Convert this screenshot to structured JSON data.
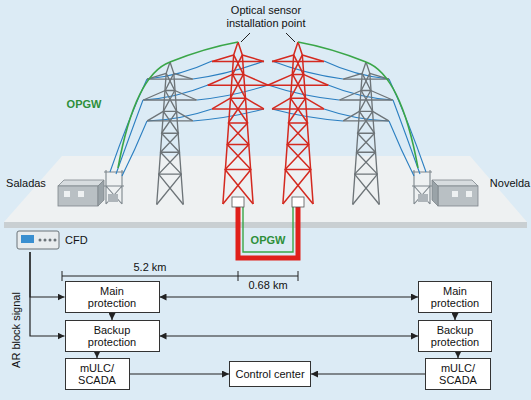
{
  "diagram": {
    "nodes": [
      {
        "text": [
          "CFD"
        ]
      },
      {
        "text": [
          "Main protection"
        ]
      },
      {
        "text": [
          "Main protection"
        ]
      },
      {
        "text": [
          "Backup protection"
        ]
      },
      {
        "text": [
          "Backup protection"
        ]
      },
      {
        "text": [
          "mULC/ SCADA"
        ]
      },
      {
        "text": [
          "Control center"
        ]
      },
      {
        "text": [
          "mULC/ SCADA"
        ]
      }
    ],
    "edges": [
      {
        "from": 1,
        "to": 2,
        "arrow": "both"
      },
      {
        "from": 3,
        "to": 4,
        "arrow": "both"
      },
      {
        "from": 1,
        "to": 3,
        "arrow": "to"
      },
      {
        "from": 2,
        "to": 4,
        "arrow": "to"
      },
      {
        "from": 3,
        "to": 5,
        "arrow": "to"
      },
      {
        "from": 4,
        "to": 7,
        "arrow": "to"
      },
      {
        "from": 5,
        "to": 6,
        "arrow": "to"
      },
      {
        "from": 7,
        "to": 6,
        "arrow": "to"
      },
      {
        "from": 0,
        "to": 1,
        "arrow": "to"
      },
      {
        "from": 0,
        "to": 3,
        "arrow": "to"
      }
    ],
    "labels": [
      "Optical sensor installation point",
      "OPGW",
      "Saladas",
      "Novelda",
      "OPGW",
      "5.2 km",
      "0.68 km",
      "AR block signal"
    ]
  }
}
